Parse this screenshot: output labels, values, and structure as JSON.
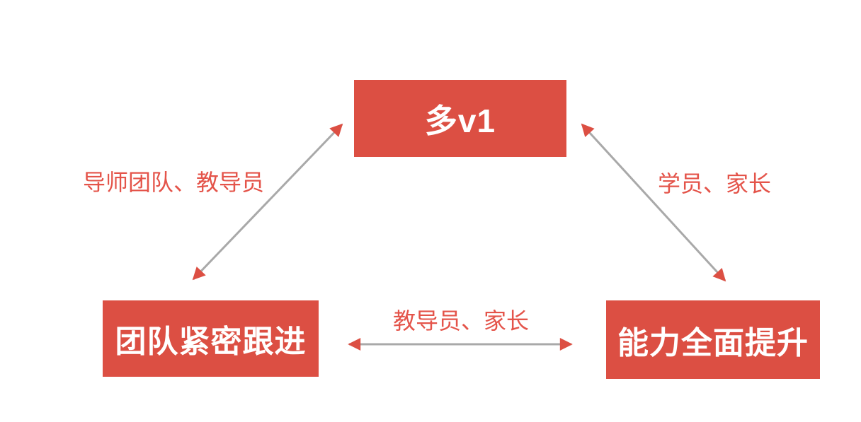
{
  "diagram": {
    "nodes": {
      "top": {
        "label": "多v1"
      },
      "bottom_left": {
        "label": "团队紧密跟进"
      },
      "bottom_right": {
        "label": "能力全面提升"
      }
    },
    "edges": {
      "top_to_bottom_left": {
        "label": "导师团队、教导员",
        "direction": "bidirectional"
      },
      "top_to_bottom_right": {
        "label": "学员、家长",
        "direction": "bidirectional"
      },
      "bottom_left_to_bottom_right": {
        "label": "教导员、家长",
        "direction": "bidirectional"
      }
    }
  },
  "colors": {
    "node_background": "#dc4f43",
    "node_text": "#ffffff",
    "edge_label_text": "#e4544a",
    "arrow_shaft": "#a9a9a9",
    "arrow_head": "#dc4f43",
    "background": "#ffffff"
  }
}
